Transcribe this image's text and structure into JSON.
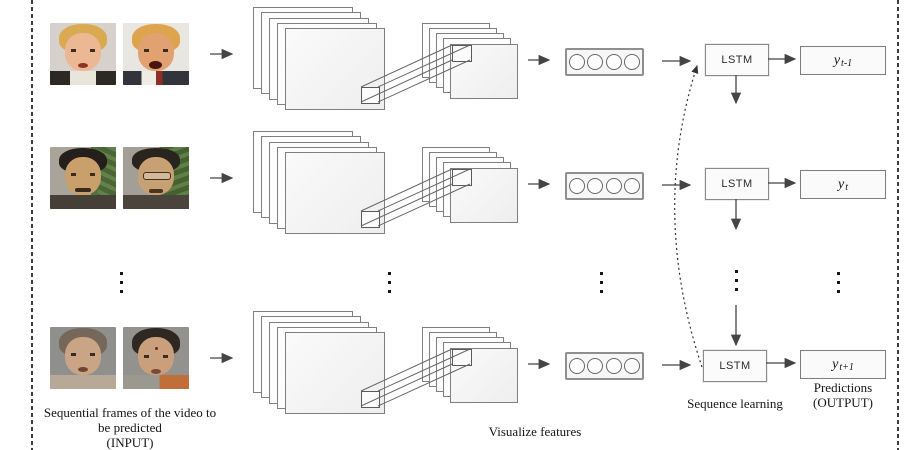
{
  "diagram": {
    "captions": {
      "input_line1": "Sequential frames of the video to",
      "input_line2": "be predicted",
      "input_line3": "(INPUT)",
      "visualize": "Visualize features",
      "sequence": "Sequence learning",
      "predictions_line1": "Predictions",
      "predictions_line2": "(OUTPUT)"
    },
    "rows": [
      {
        "lstm": "LSTM",
        "output_base": "y",
        "output_sub": "t-1"
      },
      {
        "lstm": "LSTM",
        "output_base": "y",
        "output_sub": "t"
      },
      {
        "lstm": "LSTM",
        "output_base": "y",
        "output_sub": "t+1"
      }
    ],
    "colors": {
      "line": "#444444",
      "box_border": "#7d7d7d",
      "sheet_fill": "#fbfbfb",
      "dashed_border": "#3d3d3d"
    }
  }
}
